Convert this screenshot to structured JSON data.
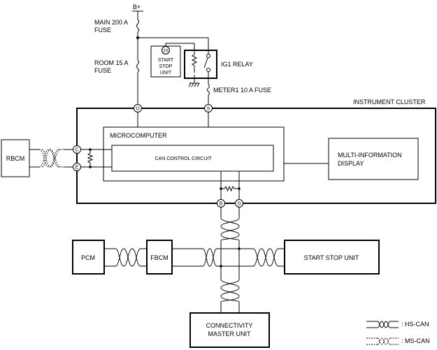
{
  "power": {
    "source": "B+"
  },
  "fuses": {
    "main": [
      "MAIN 200 A",
      "FUSE"
    ],
    "room": [
      "ROOM 15 A",
      "FUSE"
    ],
    "meter": "METER1 10 A FUSE"
  },
  "relay": {
    "label": "IG1 RELAY"
  },
  "start_stop_small": {
    "lines": [
      "START",
      "STOP",
      "UNIT"
    ],
    "pin": "2S"
  },
  "cluster": {
    "title": "INSTRUMENT CLUSTER"
  },
  "pins": {
    "u": "U",
    "s": "S",
    "c": "C",
    "e": "E",
    "b": "B",
    "d": "D"
  },
  "micro": {
    "title": "MICROCOMPUTER",
    "can": "CAN CONTROL CIRCUIT"
  },
  "display": {
    "lines": [
      "MULTI-INFORMATION",
      "DISPLAY"
    ]
  },
  "modules": {
    "rbcm": "RBCM",
    "pcm": "PCM",
    "fbcm": "FBCM",
    "ssu": "START STOP UNIT",
    "cmu": [
      "CONNECTIVITY",
      "MASTER UNIT"
    ]
  },
  "legend": {
    "hs": ": HS-CAN",
    "ms": ": MS-CAN"
  }
}
